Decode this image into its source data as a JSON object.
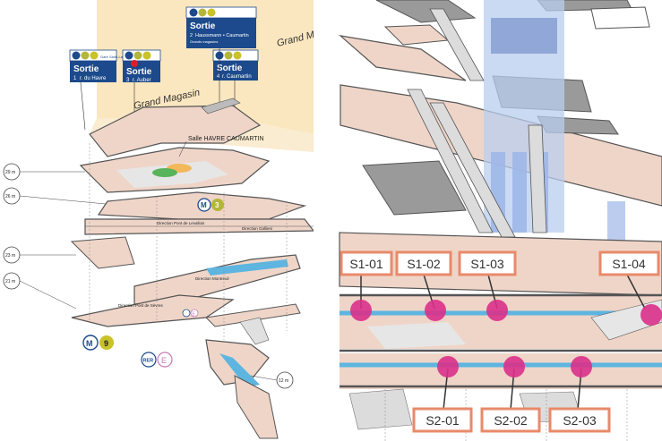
{
  "left_panel": {
    "street_labels": [
      "Grand Magasin",
      "Grand Ma"
    ],
    "hall_label": "Salle HAVRE CAUMARTIN",
    "exits": [
      {
        "lines": [
          "M",
          "3",
          "9"
        ],
        "title": "Sortie",
        "number": "1",
        "street": "r. du Havre",
        "note": "Gare Saint-Lazare"
      },
      {
        "lines": [
          "M",
          "3",
          "9"
        ],
        "title": "Sortie",
        "number": "3",
        "street": "r. Auber",
        "note": ""
      },
      {
        "lines": [
          "M",
          "3",
          "9"
        ],
        "title": "Sortie",
        "number": "2",
        "street": "Haussmann • Caumartin",
        "note": "Grands magasins"
      },
      {
        "lines": [
          "M",
          "3",
          "9"
        ],
        "title": "Sortie",
        "number": "4",
        "street": "r. Caumartin",
        "note": ""
      }
    ],
    "depths": [
      "29 m",
      "26 m",
      "23 m",
      "21 m",
      "12 m"
    ],
    "directions": [
      "Direction Pont de Levallois",
      "Direction Gallieni",
      "Direction Montreuil",
      "Direction Pont de Sèvres"
    ],
    "line_badges": [
      {
        "mode": "M",
        "line": "3",
        "color": "#b4b63a"
      },
      {
        "mode": "M",
        "line": "9",
        "color": "#c9c22a"
      },
      {
        "mode": "RER",
        "line": "E",
        "color": "#c67bb5"
      },
      {
        "mode": "RER",
        "line": "E",
        "color": "#c67bb5"
      }
    ]
  },
  "right_panel": {
    "top_labels": [
      "S1-01",
      "S1-02",
      "S1-03",
      "S1-04"
    ],
    "bottom_labels": [
      "S2-01",
      "S2-02",
      "S2-03"
    ],
    "label_color": "#e88a6a",
    "marker_color": "#d9308a"
  }
}
